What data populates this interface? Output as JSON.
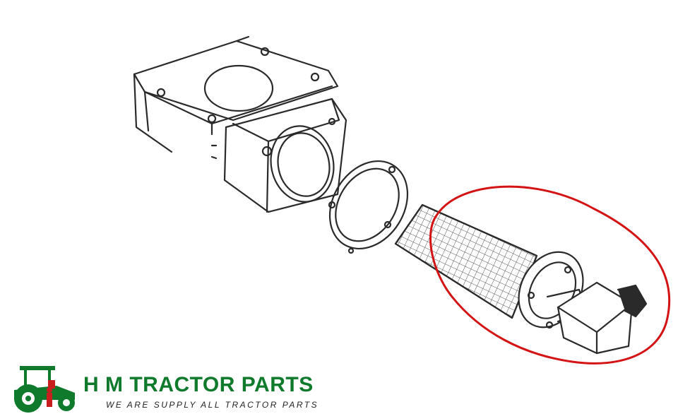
{
  "brand": {
    "name": "H M TRACTOR PARTS",
    "tagline": "WE ARE SUPPLY ALL TRACTOR PARTS"
  },
  "colors": {
    "outline": "#2a2a2a",
    "highlight": "#d41414",
    "brand_green": "#0f7a2c",
    "brand_red": "#c81e1e"
  },
  "diagram": {
    "parts": [
      "filter-housing",
      "gasket",
      "screen-filter"
    ],
    "highlighted_part": "screen-filter"
  }
}
